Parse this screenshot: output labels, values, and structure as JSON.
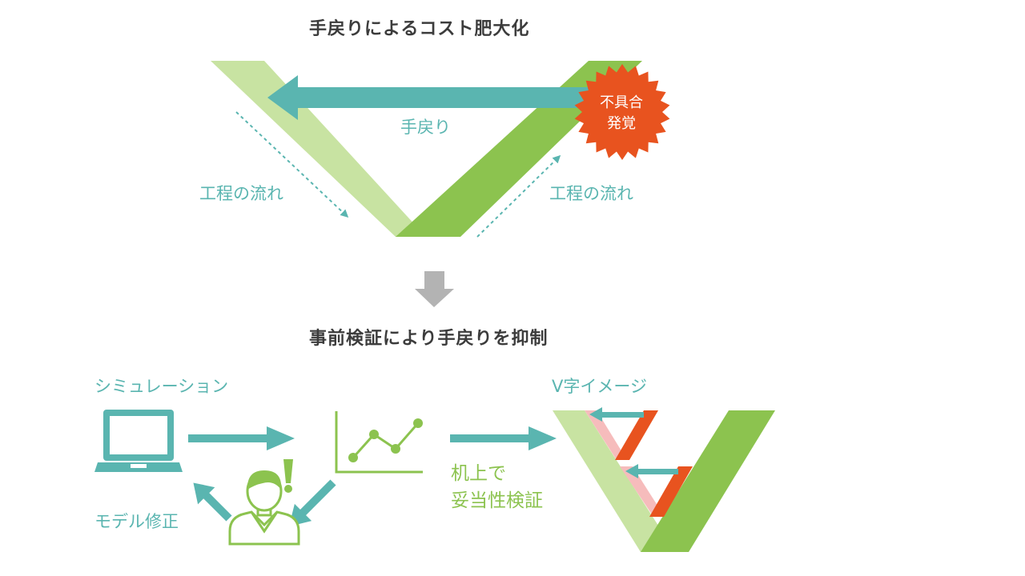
{
  "top_section": {
    "title": "手戻りによるコスト肥大化",
    "rework_label": "手戻り",
    "flow_label_left": "工程の流れ",
    "flow_label_right": "工程の流れ",
    "defect_badge_line1": "不具合",
    "defect_badge_line2": "発覚"
  },
  "bottom_section": {
    "title": "事前検証により手戻りを抑制",
    "simulation_label": "シミュレーション",
    "model_fix_label": "モデル修正",
    "desk_validation_line1": "机上で",
    "desk_validation_line2": "妥当性検証",
    "v_image_label": "V字イメージ"
  },
  "colors": {
    "light_green": "#c8e3a2",
    "green": "#8cc34f",
    "teal": "#5ab5b0",
    "orange_red": "#e8531f",
    "pink": "#f6bcbc",
    "gray_arrow": "#b3b3b3",
    "heading_text": "#3c3c3c"
  },
  "icons": [
    "laptop-icon",
    "line-chart-icon",
    "person-icon",
    "exclamation-icon",
    "down-arrow-icon"
  ]
}
